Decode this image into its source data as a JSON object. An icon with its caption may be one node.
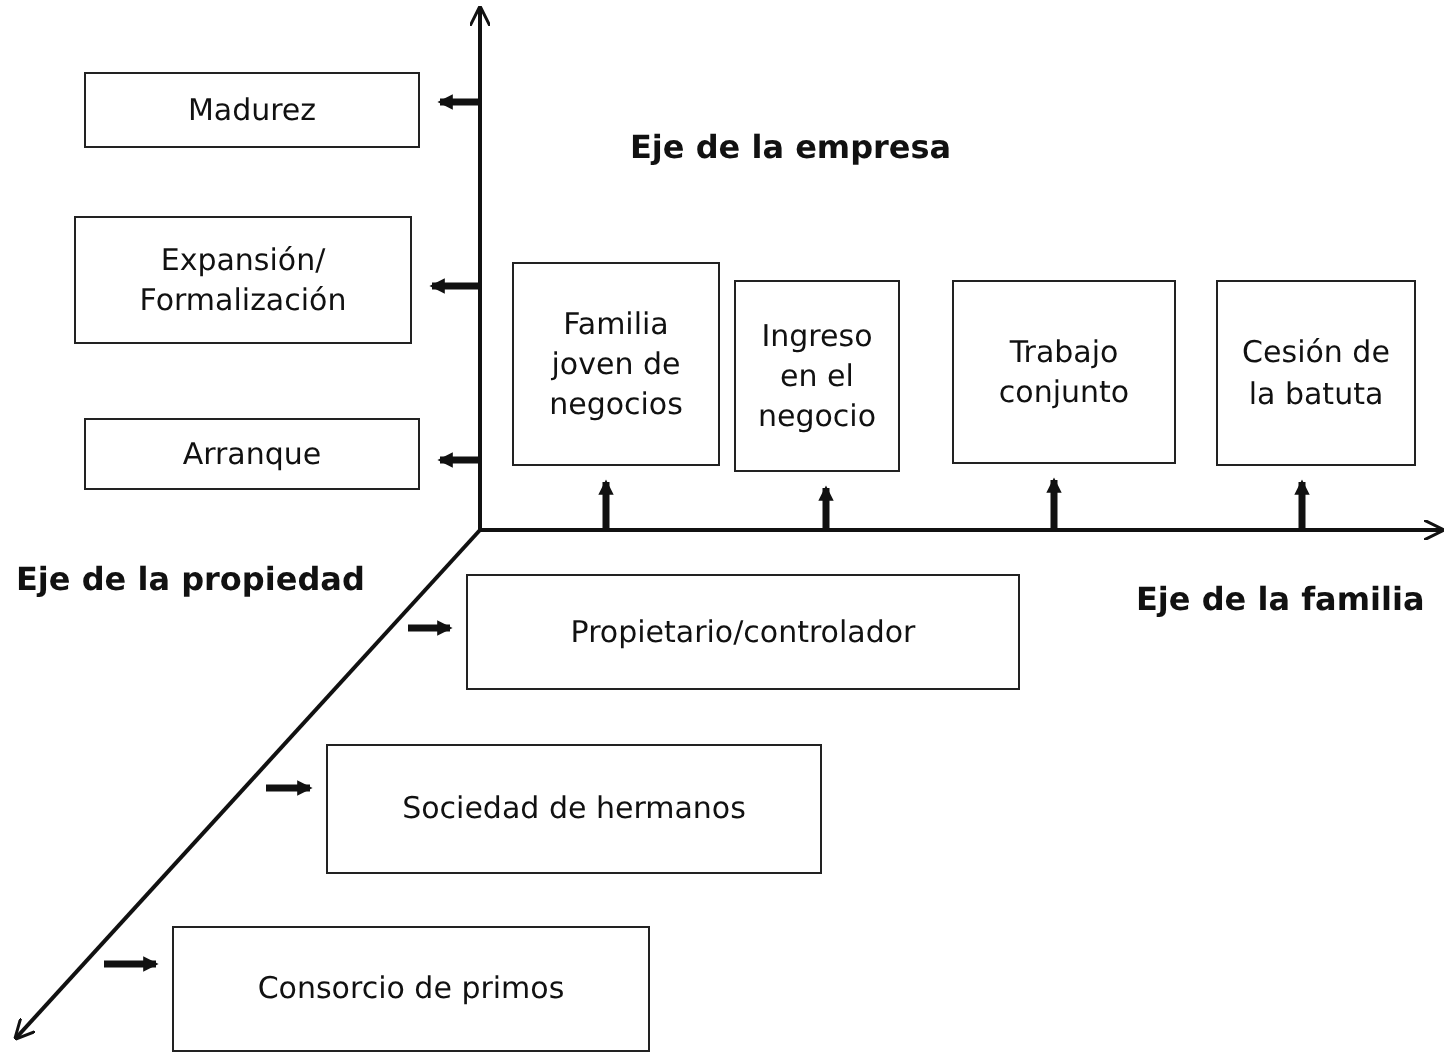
{
  "diagram": {
    "nodes": [
      {
        "text": [
          "Madurez"
        ]
      },
      {
        "text": [
          "Expansión/ Formalización"
        ]
      },
      {
        "text": [
          "Arranque"
        ]
      },
      {
        "text": [
          "Familia joven de negocios"
        ]
      },
      {
        "text": [
          "Ingreso en el negocio"
        ]
      },
      {
        "text": [
          "Trabajo conjunto"
        ]
      },
      {
        "text": [
          "Cesión de la batuta"
        ]
      },
      {
        "text": [
          "Propietario/controlador"
        ]
      },
      {
        "text": [
          "Sociedad de hermanos"
        ]
      },
      {
        "text": [
          "Consorcio de primos"
        ]
      }
    ],
    "edges": [
      {
        "from": null,
        "to": 0,
        "arrow": "to"
      },
      {
        "from": null,
        "to": 1,
        "arrow": "to"
      },
      {
        "from": null,
        "to": 2,
        "arrow": "to"
      },
      {
        "from": null,
        "to": 3,
        "arrow": "to"
      },
      {
        "from": null,
        "to": 4,
        "arrow": "to"
      },
      {
        "from": null,
        "to": 5,
        "arrow": "to"
      },
      {
        "from": null,
        "to": 6,
        "arrow": "to"
      },
      {
        "from": null,
        "to": 7,
        "arrow": "to"
      },
      {
        "from": null,
        "to": 8,
        "arrow": "to"
      },
      {
        "from": null,
        "to": 9,
        "arrow": "to"
      }
    ],
    "labels": [
      "Eje de la empresa",
      "Eje de la propiedad",
      "Eje de la familia"
    ]
  }
}
